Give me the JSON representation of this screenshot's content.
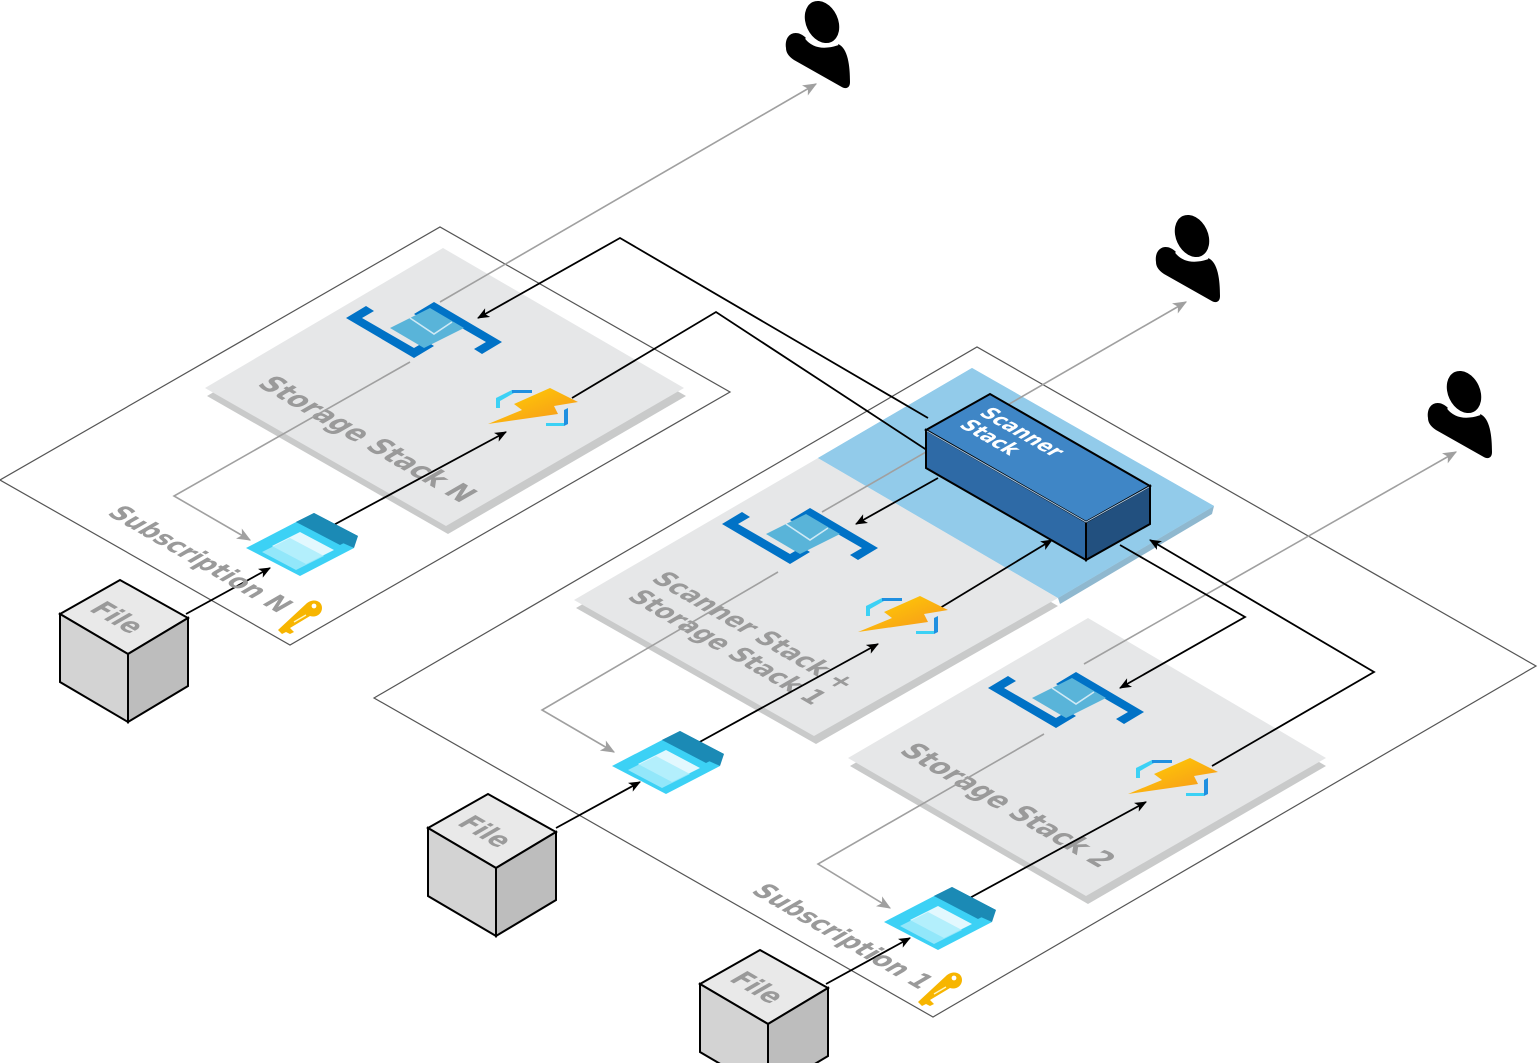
{
  "diagram": {
    "title": "Multi-subscription Scanner / Storage Stack architecture",
    "subscriptions": [
      {
        "id": "sub-n",
        "label": "Subscription N",
        "key_icon": "key-icon"
      },
      {
        "id": "sub-1",
        "label": "Subscription 1",
        "key_icon": "key-icon"
      }
    ],
    "stacks": [
      {
        "id": "storage-stack-n",
        "label": "Storage Stack N"
      },
      {
        "id": "scanner-storage-stack-1",
        "label_line1": "Scanner Stack +",
        "label_line2": "Storage Stack 1"
      },
      {
        "id": "storage-stack-2",
        "label": "Storage Stack 2"
      }
    ],
    "scanner": {
      "label_line1": "Scanner",
      "label_line2": "Stack"
    },
    "files": [
      {
        "label": "File"
      },
      {
        "label": "File"
      },
      {
        "label": "File"
      }
    ],
    "icons": {
      "queue": "event-grid-queue-icon",
      "function": "azure-function-icon",
      "storage": "storage-blob-icon",
      "user": "user-icon",
      "key": "key-icon"
    },
    "colors": {
      "scanner_top": "#3f86c6",
      "scanner_left": "#2e6aa6",
      "scanner_right": "#22507f",
      "scanner_zone": "#92cbea",
      "stack_plate": "#e6e7e8",
      "stack_plate_shadow": "#c9caca",
      "queue_bracket": "#0072c6",
      "queue_envelope": "#59b4d9",
      "function_bolt": "#fcad1b",
      "storage_light": "#3cd1f5",
      "storage_dark": "#1b8ab5",
      "key": "#f7b500",
      "file_top": "#e9e9e9",
      "file_side_l": "#d3d3d3",
      "file_side_r": "#bdbdbd"
    }
  }
}
